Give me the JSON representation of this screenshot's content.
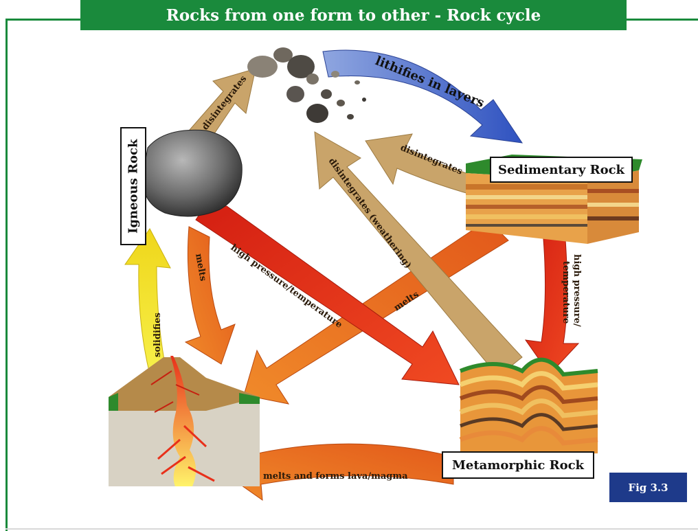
{
  "title": "Rocks from one form to other - Rock cycle",
  "figure_label": "Fig 3.3",
  "rocks": {
    "igneous": "Igneous Rock",
    "sedimentary": "Sedimentary Rock",
    "metamorphic": "Metamorphic Rock"
  },
  "arrows": {
    "disintegrates_igneous": "disintegrates",
    "lithifies": "lithifies in layers",
    "disintegrates_sedimentary": "disintegrates",
    "disintegrates_weathering": "disintegrates (weathering)",
    "high_pressure_temperature": "high pressure/temperature",
    "melts_igneous": "melts",
    "melts_sedimentary": "melts",
    "high_pressure_line1": "high pressure/",
    "high_pressure_line2": "temperature",
    "solidifies": "solidifies",
    "melts_forms_lava": "melts and forms lava/magma"
  },
  "colors": {
    "green": "#1a8a3c",
    "tan": "#c9a46a",
    "blue": "#3a5fc8",
    "red": "#e0301e",
    "orange": "#e8641e",
    "yellow": "#f2e21a",
    "navy": "#1e3a8a"
  }
}
